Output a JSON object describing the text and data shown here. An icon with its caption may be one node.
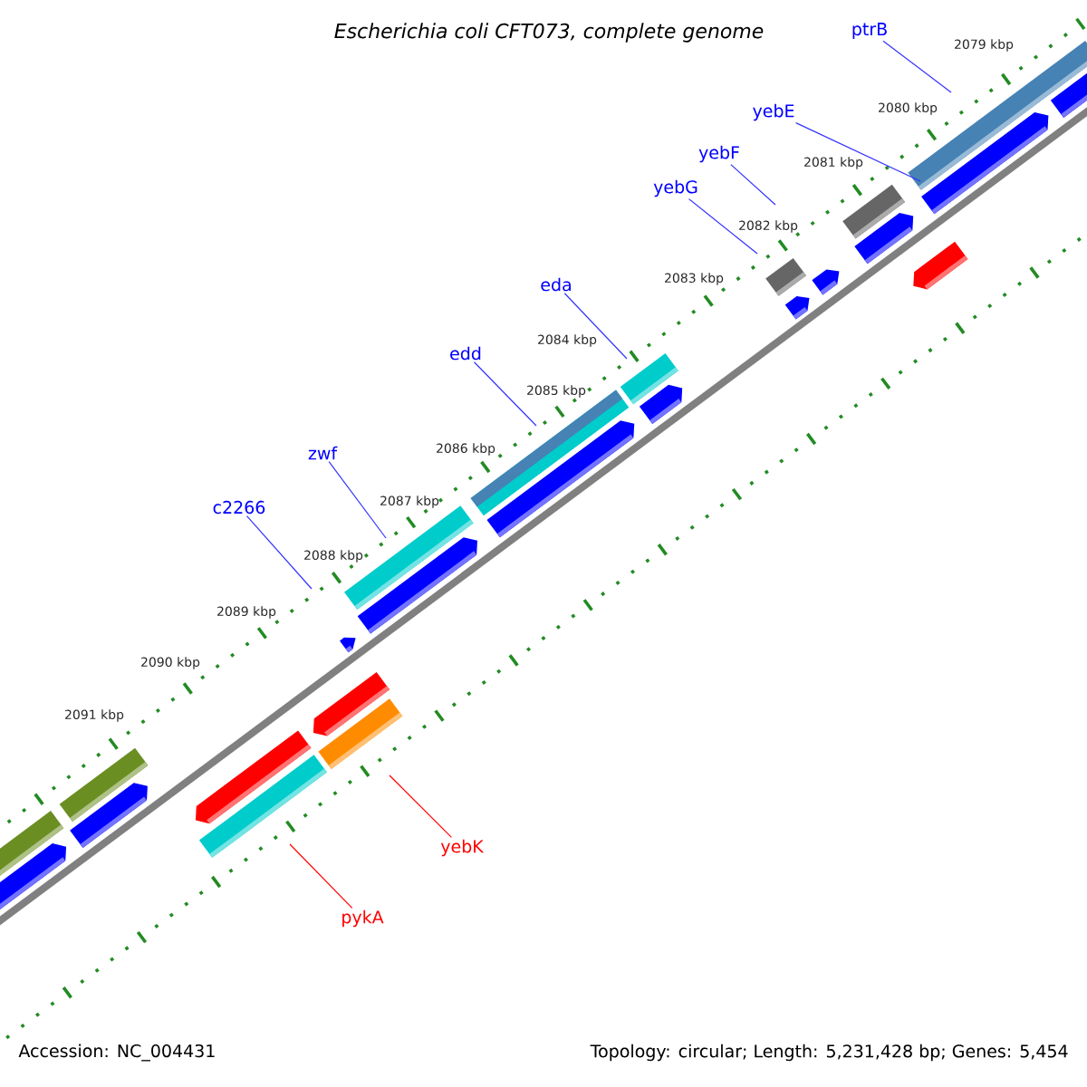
{
  "diagram": {
    "title": "Escherichia coli CFT073, complete genome",
    "nodes": [
      {
        "text": [
          "ptrB"
        ]
      },
      {
        "text": [
          "yebE"
        ]
      },
      {
        "text": [
          "yebF"
        ]
      },
      {
        "text": [
          "yebG"
        ]
      },
      {
        "text": [
          "eda"
        ]
      },
      {
        "text": [
          "edd"
        ]
      },
      {
        "text": [
          "zwf"
        ]
      },
      {
        "text": [
          "c2266"
        ]
      },
      {
        "text": [
          "yebK"
        ]
      },
      {
        "text": [
          "pykA"
        ]
      }
    ],
    "edges": [
      {
        "from": 0,
        "to": null,
        "arrow": "none"
      },
      {
        "from": 1,
        "to": null,
        "arrow": "none"
      },
      {
        "from": 2,
        "to": null,
        "arrow": "none"
      },
      {
        "from": 3,
        "to": null,
        "arrow": "none"
      },
      {
        "from": 4,
        "to": null,
        "arrow": "none"
      },
      {
        "from": 5,
        "to": null,
        "arrow": "none"
      },
      {
        "from": 6,
        "to": null,
        "arrow": "none"
      },
      {
        "from": 7,
        "to": null,
        "arrow": "none"
      },
      {
        "from": 8,
        "to": null,
        "arrow": "none",
        "color": "#ff0000"
      },
      {
        "from": 9,
        "to": null,
        "arrow": "none",
        "color": "#ff0000"
      }
    ],
    "labels": [
      "2079 kbp",
      "2080 kbp",
      "2081 kbp",
      "2082 kbp",
      "2083 kbp",
      "2084 kbp",
      "2085 kbp",
      "2086 kbp",
      "2087 kbp",
      "2088 kbp",
      "2089 kbp",
      "2090 kbp",
      "2091 kbp",
      "Accession: NC_004431",
      "Topology: circular; Length: 5,231,428 bp; Genes: 5,454"
    ]
  }
}
